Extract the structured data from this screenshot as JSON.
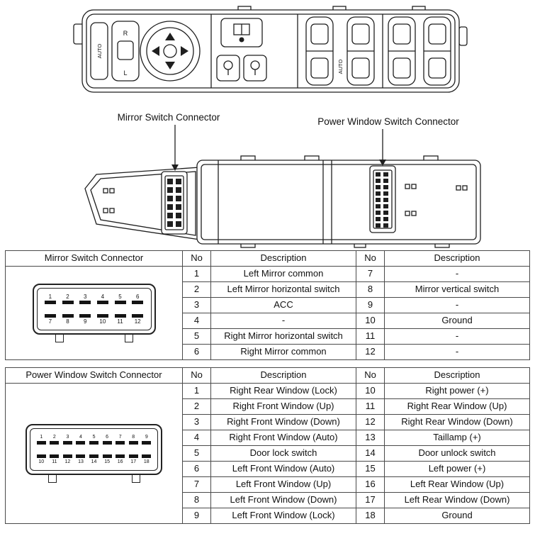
{
  "callouts": {
    "mirror": "Mirror Switch Connector",
    "power": "Power Window Switch Connector"
  },
  "top_view": {
    "auto_left": "AUTO",
    "select_r": "R",
    "select_l": "L",
    "auto_right": "AUTO"
  },
  "mirror_table": {
    "title": "Mirror Switch Connector",
    "headers": [
      "No",
      "Description",
      "No",
      "Description"
    ],
    "pins_top": [
      "1",
      "2",
      "3",
      "4",
      "5",
      "6"
    ],
    "pins_bottom": [
      "7",
      "8",
      "9",
      "10",
      "11",
      "12"
    ],
    "rows": [
      {
        "no_left": "1",
        "desc_left": "Left Mirror common",
        "no_right": "7",
        "desc_right": "-"
      },
      {
        "no_left": "2",
        "desc_left": "Left Mirror horizontal switch",
        "no_right": "8",
        "desc_right": "Mirror vertical switch"
      },
      {
        "no_left": "3",
        "desc_left": "ACC",
        "no_right": "9",
        "desc_right": "-"
      },
      {
        "no_left": "4",
        "desc_left": "-",
        "no_right": "10",
        "desc_right": "Ground"
      },
      {
        "no_left": "5",
        "desc_left": "Right Mirror horizontal switch",
        "no_right": "11",
        "desc_right": "-"
      },
      {
        "no_left": "6",
        "desc_left": "Right Mirror common",
        "no_right": "12",
        "desc_right": "-"
      }
    ]
  },
  "power_table": {
    "title": "Power Window Switch Connector",
    "headers": [
      "No",
      "Description",
      "No",
      "Description"
    ],
    "pins_top": [
      "1",
      "2",
      "3",
      "4",
      "5",
      "6",
      "7",
      "8",
      "9"
    ],
    "pins_bottom": [
      "10",
      "11",
      "12",
      "13",
      "14",
      "15",
      "16",
      "17",
      "18"
    ],
    "rows": [
      {
        "no_left": "1",
        "desc_left": "Right Rear Window (Lock)",
        "no_right": "10",
        "desc_right": "Right power (+)"
      },
      {
        "no_left": "2",
        "desc_left": "Right Front Window (Up)",
        "no_right": "11",
        "desc_right": "Right Rear Window (Up)"
      },
      {
        "no_left": "3",
        "desc_left": "Right Front Window (Down)",
        "no_right": "12",
        "desc_right": "Right Rear Window (Down)"
      },
      {
        "no_left": "4",
        "desc_left": "Right Front Window (Auto)",
        "no_right": "13",
        "desc_right": "Taillamp (+)"
      },
      {
        "no_left": "5",
        "desc_left": "Door lock switch",
        "no_right": "14",
        "desc_right": "Door unlock switch"
      },
      {
        "no_left": "6",
        "desc_left": "Left Front Window (Auto)",
        "no_right": "15",
        "desc_right": "Left power (+)"
      },
      {
        "no_left": "7",
        "desc_left": "Left Front Window (Up)",
        "no_right": "16",
        "desc_right": "Left Rear Window (Up)"
      },
      {
        "no_left": "8",
        "desc_left": "Left Front Window (Down)",
        "no_right": "17",
        "desc_right": "Left Rear Window (Down)"
      },
      {
        "no_left": "9",
        "desc_left": "Left Front Window (Lock)",
        "no_right": "18",
        "desc_right": "Ground"
      }
    ]
  }
}
